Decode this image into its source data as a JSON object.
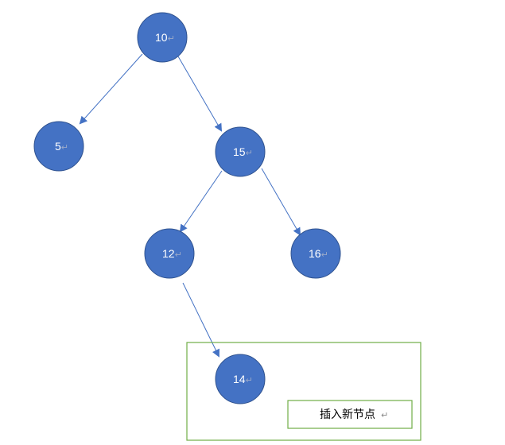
{
  "colors": {
    "node_fill": "#4472c4",
    "node_stroke": "#2f528f",
    "edge": "#4472c4",
    "highlight_box": "#70ad47",
    "caption_box": "#70ad47"
  },
  "tree": {
    "nodes": [
      {
        "id": "n10",
        "label": "10",
        "mark": "↵"
      },
      {
        "id": "n5",
        "label": "5",
        "mark": "↵"
      },
      {
        "id": "n15",
        "label": "15",
        "mark": "↵"
      },
      {
        "id": "n12",
        "label": "12",
        "mark": "↵"
      },
      {
        "id": "n16",
        "label": "16",
        "mark": "↵"
      },
      {
        "id": "n14",
        "label": "14",
        "mark": "↵"
      }
    ],
    "edges": [
      {
        "from": "n10",
        "to": "n5"
      },
      {
        "from": "n10",
        "to": "n15"
      },
      {
        "from": "n15",
        "to": "n12"
      },
      {
        "from": "n15",
        "to": "n16"
      },
      {
        "from": "n12",
        "to": "n14"
      }
    ],
    "new_node": "n14"
  },
  "caption": {
    "text": "插入新节点",
    "mark": "↵"
  }
}
